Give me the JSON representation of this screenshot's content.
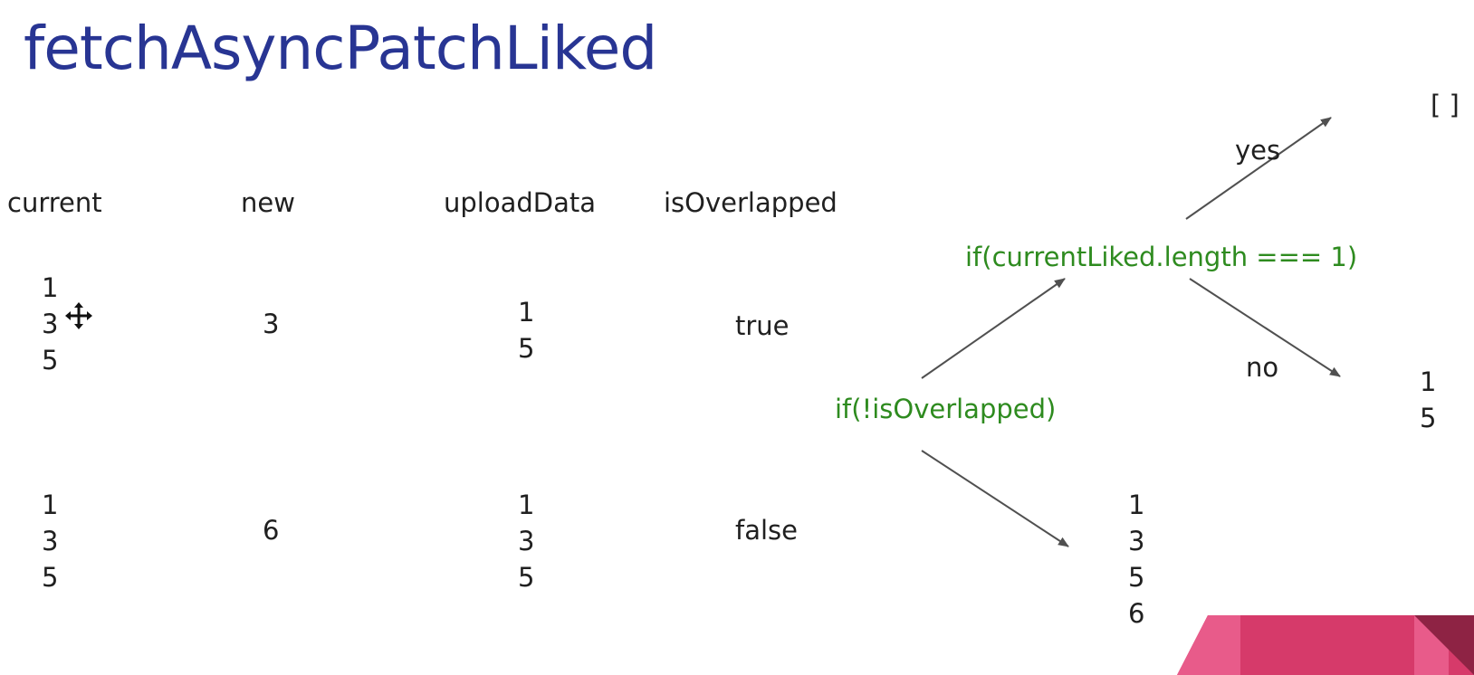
{
  "title": "fetchAsyncPatchLiked",
  "headers": {
    "current": "current",
    "new": "new",
    "upload_data": "uploadData",
    "is_overlapped": "isOverlapped"
  },
  "rows": [
    {
      "current": [
        "1",
        "3",
        "5"
      ],
      "new": "3",
      "upload_data": [
        "1",
        "5"
      ],
      "is_overlapped": "true"
    },
    {
      "current": [
        "1",
        "3",
        "5"
      ],
      "new": "6",
      "upload_data": [
        "1",
        "3",
        "5"
      ],
      "is_overlapped": "false"
    }
  ],
  "flow": {
    "condition_overlap": "if(!isOverlapped)",
    "condition_length": "if(currentLiked.length === 1)",
    "yes_label": "yes",
    "no_label": "no",
    "result_yes": "[ ]",
    "result_no": [
      "1",
      "5"
    ],
    "result_not_overlapped": [
      "1",
      "3",
      "5",
      "6"
    ]
  },
  "colors": {
    "title": "#283593",
    "condition": "#2e8b1f",
    "arrow": "#505050",
    "decor_primary": "#d63a6a",
    "decor_secondary": "#e85b8a",
    "decor_dark": "#8e2344"
  },
  "icons": {
    "cursor": "move-cursor-icon"
  }
}
